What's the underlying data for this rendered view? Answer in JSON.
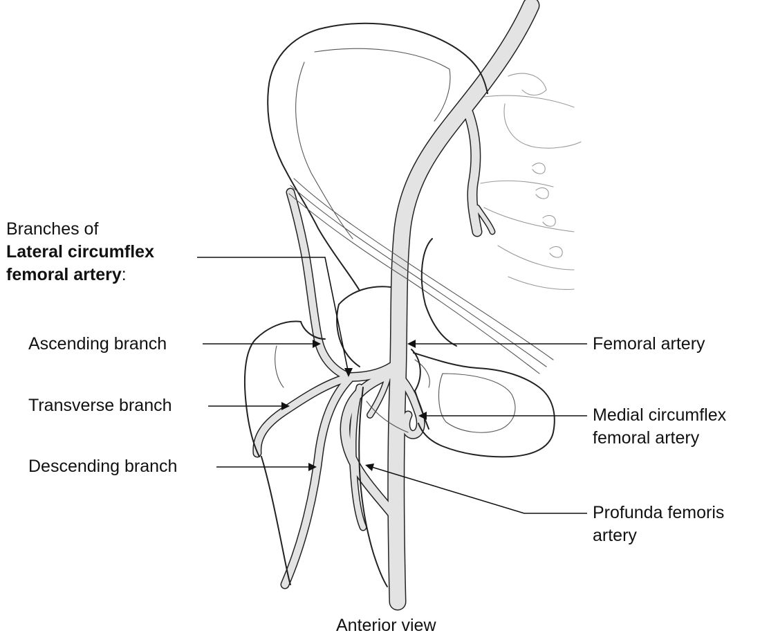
{
  "labels": {
    "lateral_group": {
      "line1": "Branches of",
      "line2": "Lateral circumflex",
      "line3_bold": "femoral artery",
      "line3_suffix": ":"
    },
    "ascending_branch": "Ascending branch",
    "transverse_branch": "Transverse branch",
    "descending_branch": "Descending branch",
    "femoral_artery": "Femoral artery",
    "medial_circumflex": {
      "line1": "Medial circumflex",
      "line2": "femoral artery"
    },
    "profunda_femoris": {
      "line1": "Profunda femoris",
      "line2": "artery"
    },
    "view_caption": "Anterior view"
  },
  "colors": {
    "vessel": "#e3e3e3",
    "outline": "#222222",
    "background": "#ffffff"
  }
}
